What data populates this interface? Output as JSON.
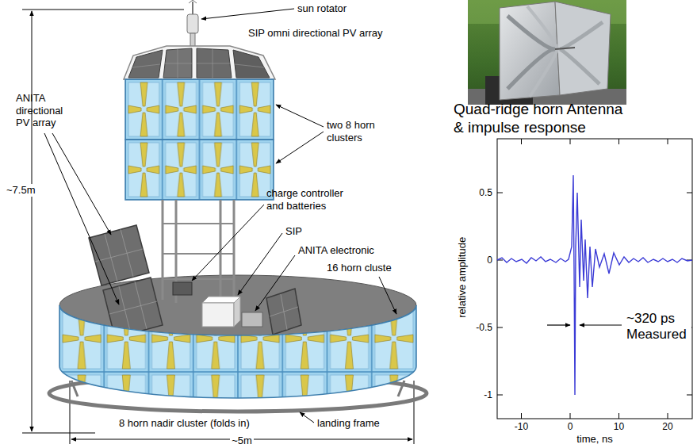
{
  "diagram": {
    "labels": [
      "sun rotator",
      "SIP omni directional PV array",
      "ANITA directional PV array",
      "two 8 horn clusters",
      "~7.5m",
      "charge controller and batteries",
      "SIP",
      "ANITA electronic",
      "16 horn cluste",
      "8 horn nadir cluster (folds in)",
      "landing frame",
      "~5m",
      "Quad-ridge horn Antenna & impulse response",
      "~320 ps Measured",
      "relative amplitude",
      "time, ns",
      "0.5",
      "0",
      "-0.5",
      "-1",
      "-10",
      "0",
      "10",
      "20"
    ]
  }
}
